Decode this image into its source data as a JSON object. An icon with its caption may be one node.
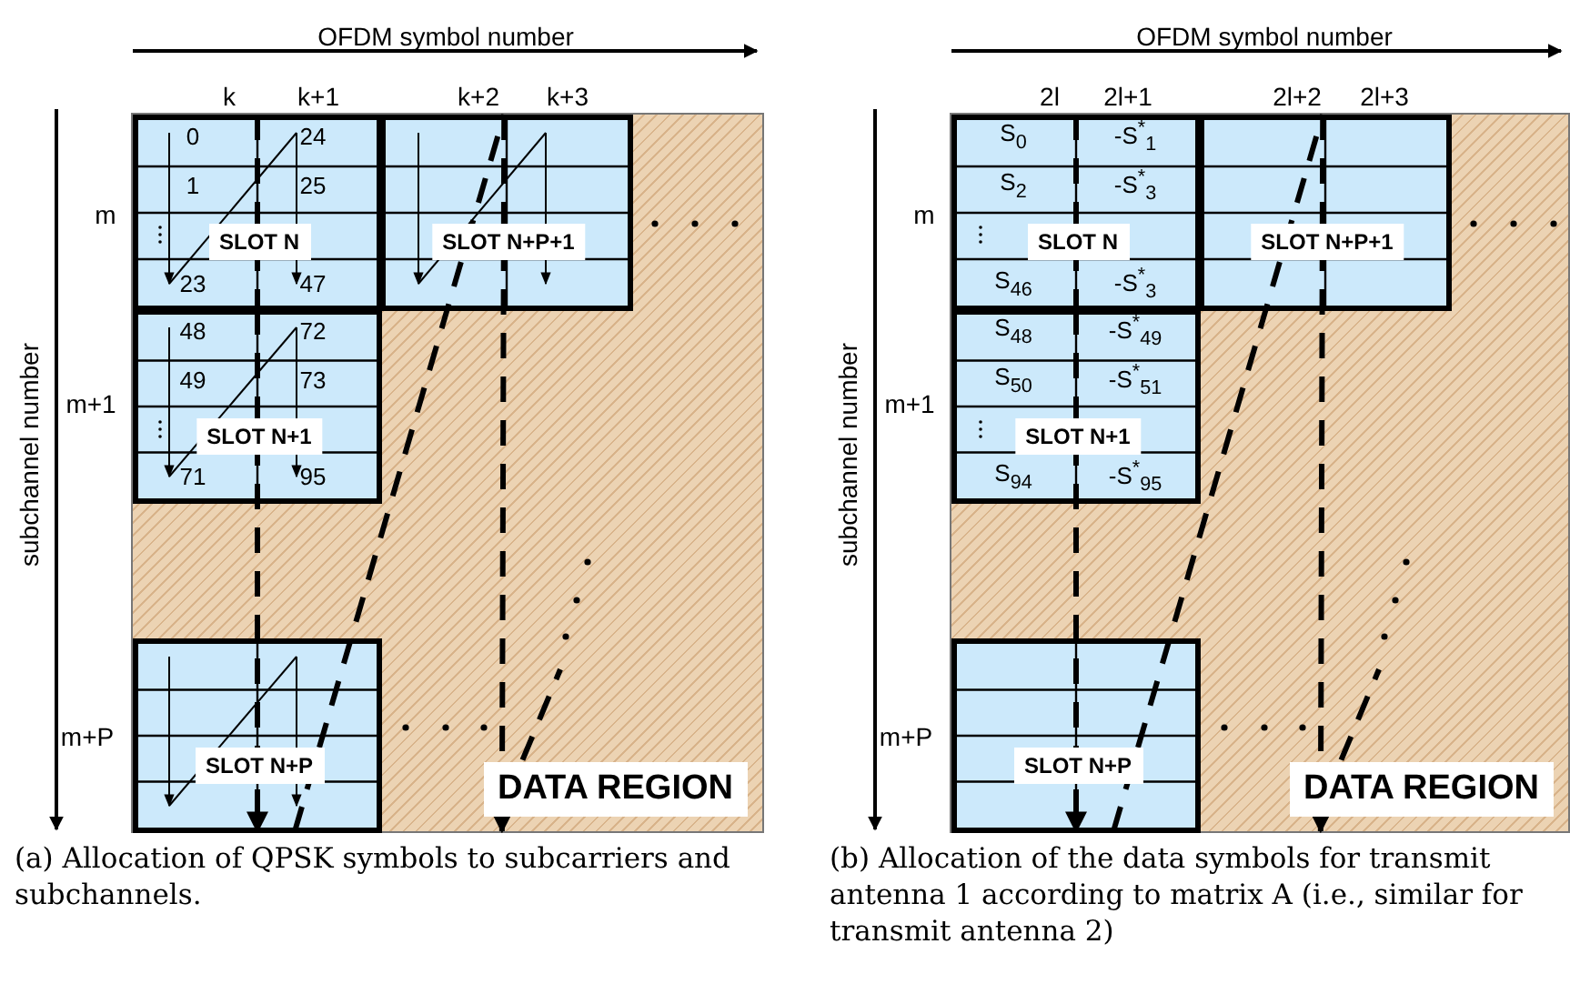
{
  "diagram": {
    "nodes": [
      {
        "text": [
          "DATA REGION"
        ]
      },
      {
        "text": [
          "SLOT N"
        ],
        "in": 0
      },
      {
        "text": [
          "SLOT N+P+1"
        ],
        "in": 0
      },
      {
        "text": [
          "SLOT N+1"
        ],
        "in": 0
      },
      {
        "text": [
          "SLOT N+P"
        ],
        "in": 0
      },
      {
        "text": [
          "DATA REGION"
        ]
      },
      {
        "text": [
          "SLOT N"
        ],
        "in": 5
      },
      {
        "text": [
          "SLOT N+P+1"
        ],
        "in": 5
      },
      {
        "text": [
          "SLOT N+1"
        ],
        "in": 5
      },
      {
        "text": [
          "SLOT N+P"
        ],
        "in": 5
      }
    ],
    "edges": [
      {
        "from": 1,
        "to": 3,
        "arrow": "none",
        "style": "dashed"
      },
      {
        "from": 3,
        "to": 4,
        "arrow": "to",
        "style": "dashed"
      },
      {
        "from": 4,
        "to": 2,
        "arrow": "none",
        "style": "dashed"
      },
      {
        "from": 2,
        "to": 0,
        "arrow": "to",
        "style": "dashed"
      },
      {
        "from": 6,
        "to": 8,
        "arrow": "none",
        "style": "dashed"
      },
      {
        "from": 8,
        "to": 9,
        "arrow": "to",
        "style": "dashed"
      },
      {
        "from": 9,
        "to": 7,
        "arrow": "none",
        "style": "dashed"
      },
      {
        "from": 7,
        "to": 5,
        "arrow": "to",
        "style": "dashed"
      }
    ],
    "labels": [
      "OFDM symbol number",
      "k",
      "k+1",
      "k+2",
      "k+3",
      "m",
      "m+1",
      "m+P",
      "subchannel number",
      "0",
      "24",
      "1",
      "25",
      "23",
      "47",
      "48",
      "72",
      "49",
      "73",
      "71",
      "95",
      "(a) Allocation of QPSK symbols to subcarriers and subchannels.",
      "OFDM symbol number",
      "2l",
      "2l+1",
      "2l+2",
      "2l+3",
      "m",
      "m+1",
      "m+P",
      "subchannel number",
      "S$_{0}$",
      "-S$^{*}$$_{1}$",
      "S$_{2}$",
      "-S$^{*}$$_{3}$",
      "S$_{46}$",
      "-S$^{*}$$_{3}$",
      "S$_{48}$",
      "-S$^{*}$$_{49}$",
      "S$_{50}$",
      "-S$^{*}$$_{51}$",
      "S$_{94}$",
      "-S$^{*}$$_{95}$",
      "(b) Allocation of the data symbols for transmit antenna 1 according to matrix A (i.e., similar for transmit antenna 2)"
    ]
  }
}
